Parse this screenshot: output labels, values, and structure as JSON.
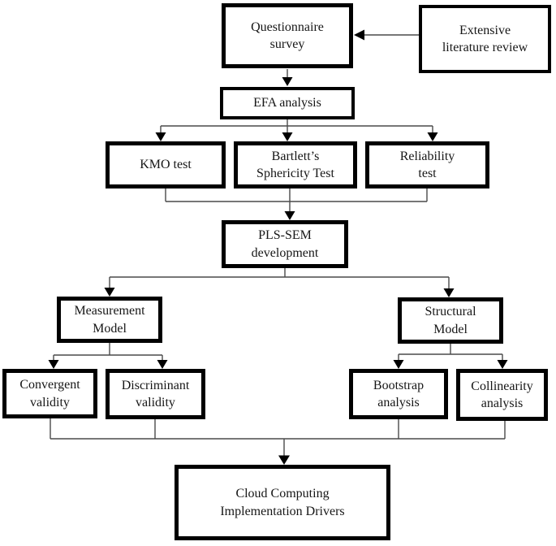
{
  "diagram_type": "flowchart",
  "colors": {
    "background": "#ffffff",
    "box_border": "#000000",
    "box_fill": "#ffffff",
    "connector_line": "#4a4a4a",
    "arrowhead": "#000000",
    "text": "#161616"
  },
  "nodes": {
    "questionnaire_survey": {
      "lines": [
        "Questionnaire",
        "survey"
      ]
    },
    "extensive_literature_review": {
      "lines": [
        "Extensive",
        "literature review"
      ]
    },
    "efa_analysis": {
      "lines": [
        "EFA analysis"
      ]
    },
    "kmo_test": {
      "lines": [
        "KMO test"
      ]
    },
    "bartletts_sphericity_test": {
      "lines": [
        "Bartlett’s",
        "Sphericity Test"
      ]
    },
    "reliability_test": {
      "lines": [
        "Reliability",
        "test"
      ]
    },
    "pls_sem_development": {
      "lines": [
        "PLS-SEM",
        "development"
      ]
    },
    "measurement_model": {
      "lines": [
        "Measurement",
        "Model"
      ]
    },
    "structural_model": {
      "lines": [
        "Structural",
        "Model"
      ]
    },
    "convergent_validity": {
      "lines": [
        "Convergent",
        "validity"
      ]
    },
    "discriminant_validity": {
      "lines": [
        "Discriminant",
        "validity"
      ]
    },
    "bootstrap_analysis": {
      "lines": [
        "Bootstrap",
        "analysis"
      ]
    },
    "collinearity_analysis": {
      "lines": [
        "Collinearity",
        "analysis"
      ]
    },
    "cloud_computing_implementation_drivers": {
      "lines": [
        "Cloud Computing",
        "Implementation Drivers"
      ]
    }
  },
  "edges": [
    {
      "from": "extensive_literature_review",
      "to": "questionnaire_survey"
    },
    {
      "from": "questionnaire_survey",
      "to": "efa_analysis"
    },
    {
      "from": "efa_analysis",
      "to": "kmo_test"
    },
    {
      "from": "efa_analysis",
      "to": "bartletts_sphericity_test"
    },
    {
      "from": "efa_analysis",
      "to": "reliability_test"
    },
    {
      "from": "kmo_test",
      "to": "pls_sem_development"
    },
    {
      "from": "bartletts_sphericity_test",
      "to": "pls_sem_development"
    },
    {
      "from": "reliability_test",
      "to": "pls_sem_development"
    },
    {
      "from": "pls_sem_development",
      "to": "measurement_model"
    },
    {
      "from": "pls_sem_development",
      "to": "structural_model"
    },
    {
      "from": "measurement_model",
      "to": "convergent_validity"
    },
    {
      "from": "measurement_model",
      "to": "discriminant_validity"
    },
    {
      "from": "structural_model",
      "to": "bootstrap_analysis"
    },
    {
      "from": "structural_model",
      "to": "collinearity_analysis"
    },
    {
      "from": "convergent_validity",
      "to": "cloud_computing_implementation_drivers"
    },
    {
      "from": "discriminant_validity",
      "to": "cloud_computing_implementation_drivers"
    },
    {
      "from": "bootstrap_analysis",
      "to": "cloud_computing_implementation_drivers"
    },
    {
      "from": "collinearity_analysis",
      "to": "cloud_computing_implementation_drivers"
    }
  ]
}
